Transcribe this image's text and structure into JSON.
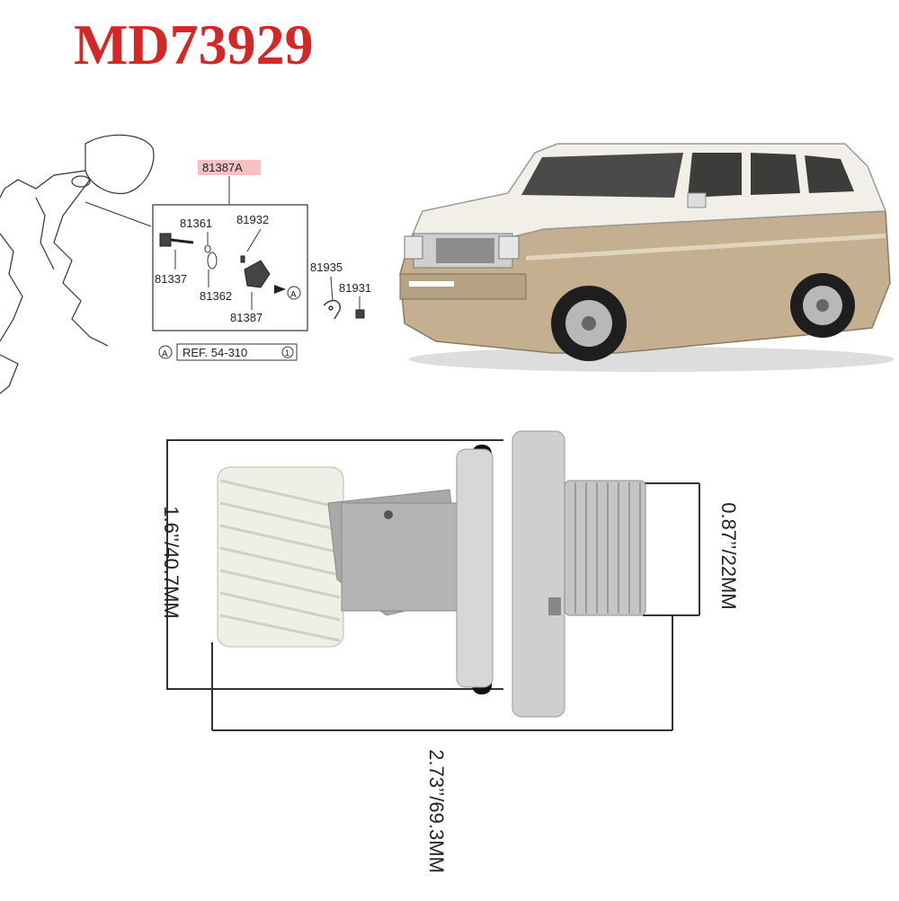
{
  "title": "MD73929",
  "diagram": {
    "assembly_label": "81387A",
    "parts": {
      "p81361": "81361",
      "p81932": "81932",
      "p81337": "81337",
      "p81362": "81362",
      "p81387": "81387",
      "p81935": "81935",
      "p81931": "81931"
    },
    "ref_marker": "A",
    "ref_text": "REF. 54-310",
    "ref_circle": "1"
  },
  "dimensions": {
    "height": "1.6’’/40.7MM",
    "thread": "0.87’’/22MM",
    "length": "2.73’’/69.3MM"
  },
  "colors": {
    "title": "#d42828",
    "assembly_highlight": "#f4c2c2",
    "gear": "#eef0e6",
    "metal": "#c8c8c8"
  }
}
